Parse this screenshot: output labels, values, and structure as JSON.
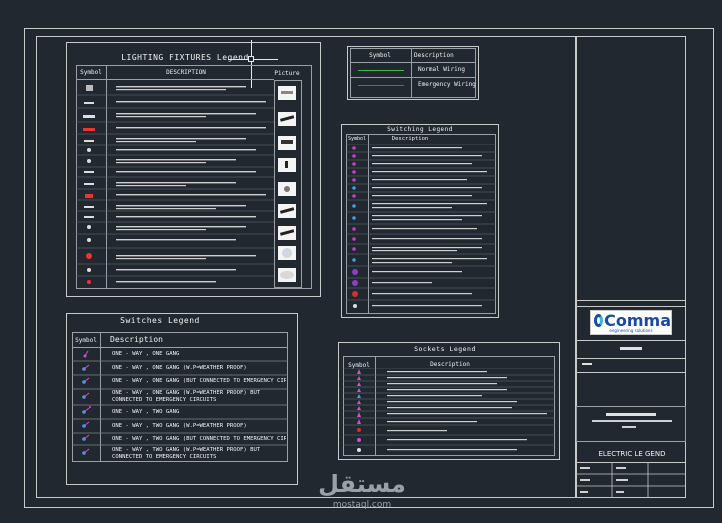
{
  "lighting": {
    "title": "LIGHTING FIXTURES Legend",
    "col_symbol": "Symbol",
    "col_description": "DESCRIPTION",
    "col_picture": "Picture"
  },
  "wiring": {
    "col_symbol": "Symbol",
    "col_description": "Description",
    "rows": [
      {
        "label": "Normal Wiring",
        "color": "#3fbf3f"
      },
      {
        "label": "Emergency Wiring",
        "color": "#e0342c"
      }
    ]
  },
  "switching": {
    "title": "Switching Legend",
    "col_symbol": "Symbol",
    "col_description": "Description"
  },
  "switches": {
    "title": "Switches Legend",
    "col_symbol": "Symbol",
    "col_description": "Description",
    "rows": [
      "ONE - WAY , ONE GANG",
      "ONE - WAY , ONE GANG (W.P=WEATHER PROOF)",
      "ONE - WAY , ONE GANG (BUT CONNECTED TO EMERGENCY CIRCUITS",
      "ONE - WAY , ONE GANG (W.P=WEATHER PROOF) BUT CONNECTED TO EMERGENCY CIRCUITS",
      "ONE - WAY , TWO GANG",
      "ONE - WAY , TWO GANG (W.P=WEATHER PROOF)",
      "ONE - WAY , TWO GANG (BUT CONNECTED TO EMERGENCY CIRCUITS",
      "ONE - WAY , TWO GANG (W.P=WEATHER PROOF) BUT CONNECTED TO EMERGENCY CIRCUITS"
    ]
  },
  "sockets": {
    "title": "Sockets Legend",
    "col_symbol": "Symbol",
    "col_description": "Description"
  },
  "titleblock": {
    "logo": "Comma",
    "logo_sub": "engineering solutions",
    "drawing_title": "ELECTRIC LE GEND"
  },
  "watermark": {
    "arabic": "مستقل",
    "url": "mostaql.com"
  }
}
